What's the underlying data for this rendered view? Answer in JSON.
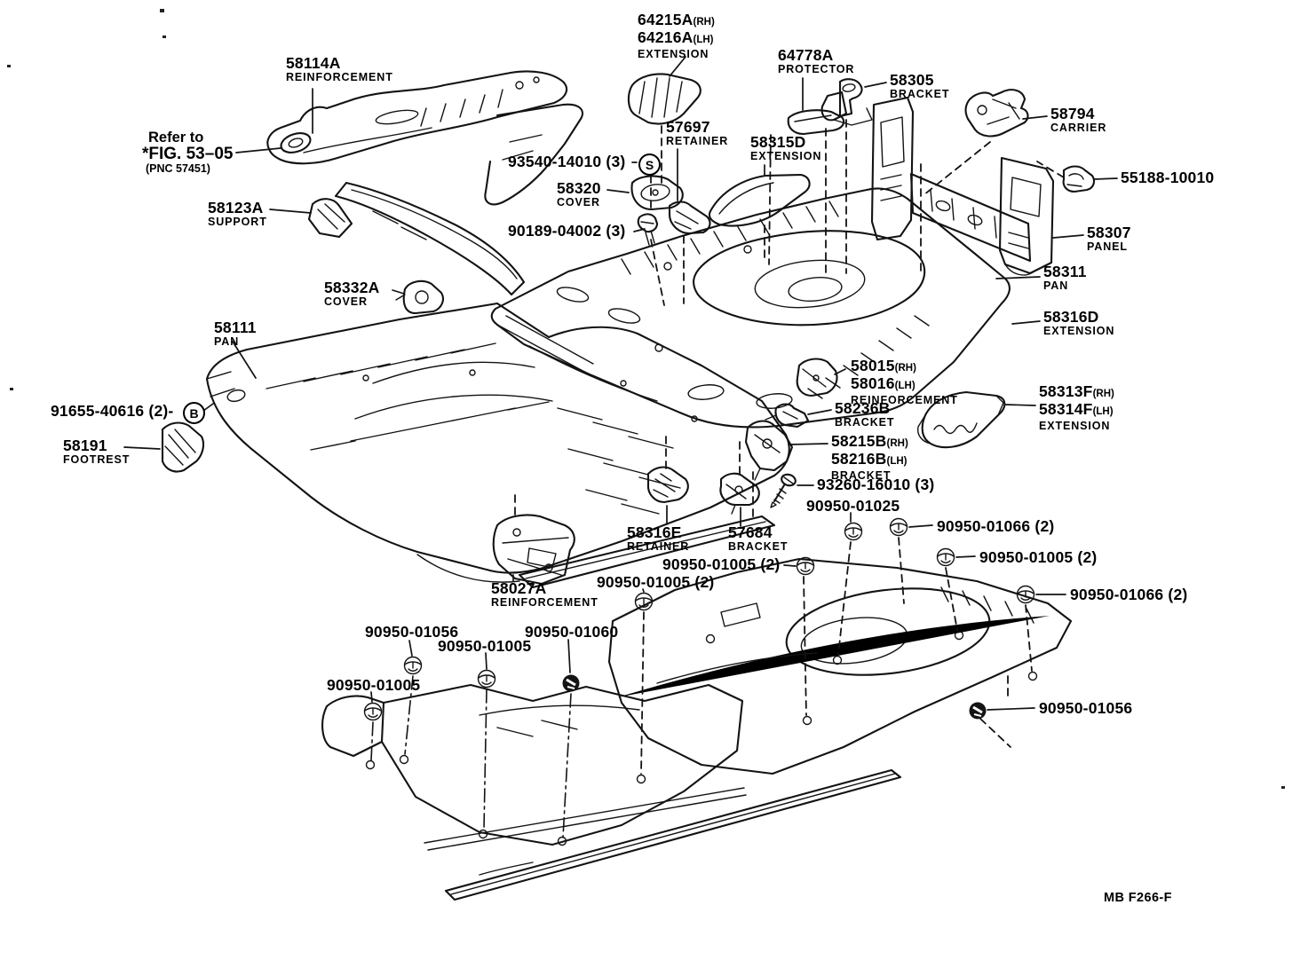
{
  "doc": {
    "figure_code": "MB F266-F"
  },
  "note": {
    "l1": "Refer to",
    "l2": "*FIG. 53–05",
    "l3": "(PNC 57451)"
  },
  "symbols": {
    "s": "S",
    "b": "B"
  },
  "labels": {
    "p58114a": {
      "num": "58114A",
      "name": "REINFORCEMENT"
    },
    "p58123a": {
      "num": "58123A",
      "name": "SUPPORT"
    },
    "p64215a": {
      "num": "64215A",
      "suf": "(RH)",
      "num2": "64216A",
      "suf2": "(LH)",
      "name": "EXTENSION"
    },
    "p64778a": {
      "num": "64778A",
      "name": "PROTECTOR"
    },
    "p58305": {
      "num": "58305",
      "name": "BRACKET"
    },
    "p58794": {
      "num": "58794",
      "name": "CARRIER"
    },
    "p55188": {
      "num": "55188-10010"
    },
    "p57697": {
      "num": "57697",
      "name": "RETAINER"
    },
    "p93540": {
      "num": "93540-14010 (3)"
    },
    "p58320": {
      "num": "58320",
      "name": "COVER"
    },
    "p90189": {
      "num": "90189-04002 (3)"
    },
    "p58315d": {
      "num": "58315D",
      "name": "EXTENSION"
    },
    "p58307": {
      "num": "58307",
      "name": "PANEL"
    },
    "p58311": {
      "num": "58311",
      "name": "PAN"
    },
    "p58316d": {
      "num": "58316D",
      "name": "EXTENSION"
    },
    "p58332a": {
      "num": "58332A",
      "name": "COVER"
    },
    "p58111": {
      "num": "58111",
      "name": "PAN"
    },
    "p91655": {
      "num": "91655-40616 (2)-"
    },
    "p58191": {
      "num": "58191",
      "name": "FOOTREST"
    },
    "p58015": {
      "num": "58015",
      "suf": "(RH)",
      "num2": "58016",
      "suf2": "(LH)",
      "name": "REINFORCEMENT"
    },
    "p58236b": {
      "num": "58236B",
      "name": "BRACKET"
    },
    "p58215b": {
      "num": "58215B",
      "suf": "(RH)",
      "num2": "58216B",
      "suf2": "(LH)",
      "name": "BRACKET"
    },
    "p58313f": {
      "num": "58313F",
      "suf": "(RH)",
      "num2": "58314F",
      "suf2": "(LH)",
      "name": "EXTENSION"
    },
    "p93260": {
      "num": "93260-16010 (3)"
    },
    "p90950_01025": {
      "num": "90950-01025"
    },
    "p58316e": {
      "num": "58316E",
      "name": "RETAINER"
    },
    "p57684": {
      "num": "57684",
      "name": "BRACKET"
    },
    "p58027a": {
      "num": "58027A",
      "name": "REINFORCEMENT"
    },
    "g01066_top": {
      "num": "90950-01066 (2)"
    },
    "g01005_right": {
      "num": "90950-01005 (2)"
    },
    "g01066_low": {
      "num": "90950-01066 (2)"
    },
    "g01005_mid": {
      "num": "90950-01005 (2)"
    },
    "g01005_left": {
      "num": "90950-01005 (2)"
    },
    "g01056_left": {
      "num": "90950-01056"
    },
    "g01005_a": {
      "num": "90950-01005"
    },
    "g01060": {
      "num": "90950-01060"
    },
    "g01005_b": {
      "num": "90950-01005"
    },
    "g01056_right": {
      "num": "90950-01056"
    }
  }
}
